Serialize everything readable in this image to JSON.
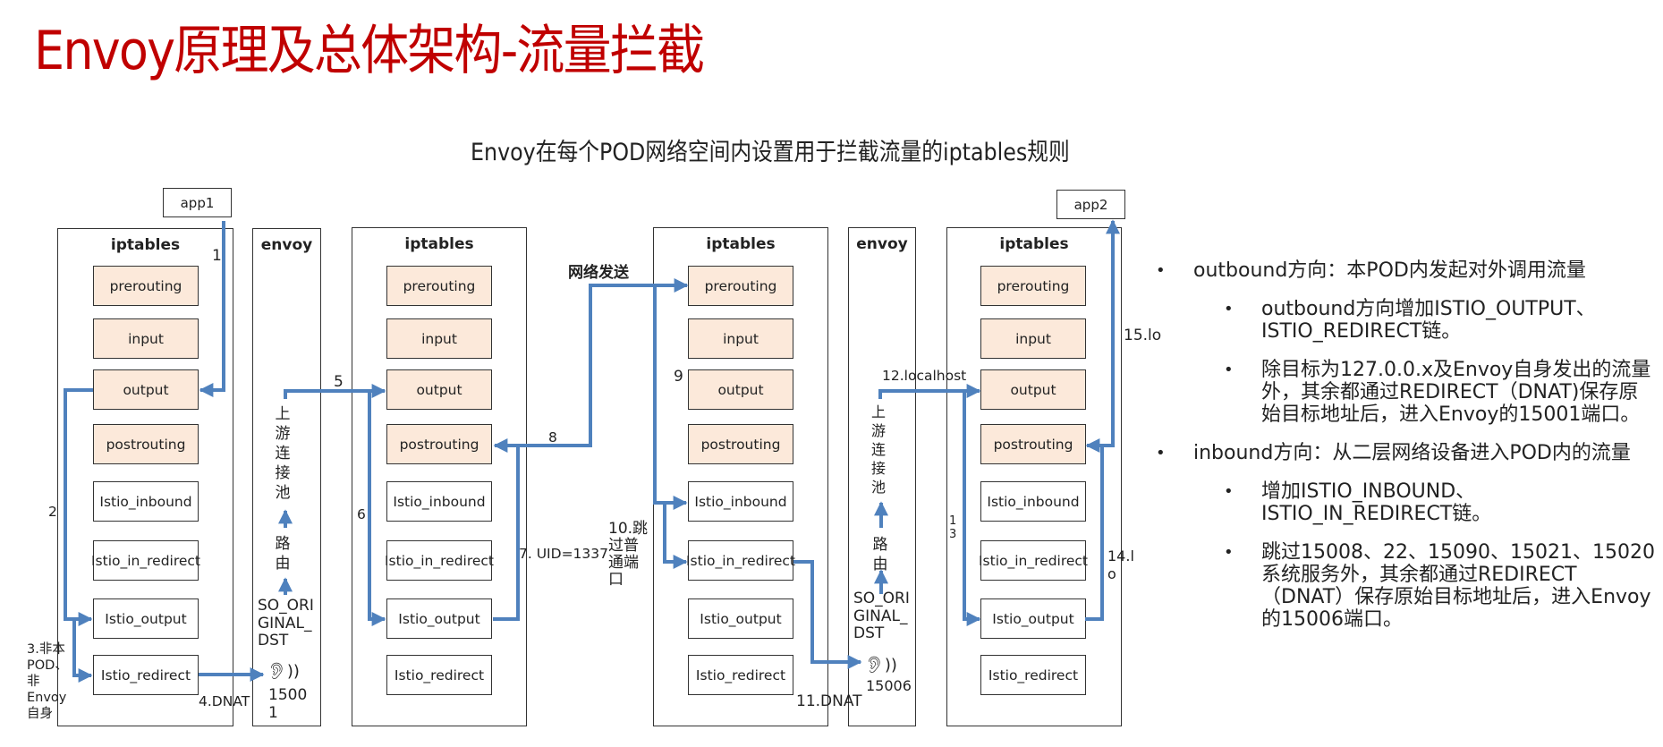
{
  "title": "Envoy原理及总体架构-流量拦截",
  "subtitle": "Envoy在每个POD网络空间内设置用于拦截流量的iptables规则",
  "colors": {
    "title": "#c00000",
    "flow": "#4f81bd",
    "builtin_chain_fill": "#fce9da"
  },
  "apps": {
    "app1": "app1",
    "app2": "app2"
  },
  "iptables_title": "iptables",
  "envoy_title": "envoy",
  "chains": [
    "prerouting",
    "input",
    "output",
    "postrouting",
    "Istio_inbound",
    "Istio_in_redirect",
    "Istio_output",
    "Istio_redirect"
  ],
  "envoy_upstream_pool": [
    "上",
    "游",
    "连",
    "接",
    "池"
  ],
  "envoy_route": [
    "路",
    "由"
  ],
  "so_original_dst": [
    "SO_ORI",
    "GINAL_",
    "DST"
  ],
  "listener_icon": "ear-listening-icon",
  "envoy1_port": [
    "1500",
    "1"
  ],
  "envoy2_port": "15006",
  "network_send": "网络发送",
  "steps": {
    "s1": "1",
    "s2": "2",
    "s3": [
      "3.非本",
      "POD、",
      "非",
      "Envoy",
      "自身"
    ],
    "s4": "4.DNAT",
    "s5": "5",
    "s6": "6",
    "s7": "7. UID=1337",
    "s8": "8",
    "s9": "9",
    "s10": [
      "10.跳",
      "过普",
      "通端",
      "口"
    ],
    "s11": "11.DNAT",
    "s12": "12.localhost",
    "s13": [
      "1",
      "3"
    ],
    "s14": [
      "14.l",
      "o"
    ],
    "s15": "15.lo"
  },
  "notes": [
    {
      "level": 1,
      "text": "outbound方向：本POD内发起对外调用流量"
    },
    {
      "level": 2,
      "text": "outbound方向增加ISTIO_OUTPUT、ISTIO_REDIRECT链。"
    },
    {
      "level": 2,
      "text": "除目标为127.0.0.x及Envoy自身发出的流量外，其余都通过REDIRECT（DNAT)保存原始目标地址后，进入Envoy的15001端口。"
    },
    {
      "level": 1,
      "text": "inbound方向：从二层网络设备进入POD内的流量"
    },
    {
      "level": 2,
      "text": "增加ISTIO_INBOUND、ISTIO_IN_REDIRECT链。"
    },
    {
      "level": 2,
      "text": "跳过15008、22、15090、15021、15020系统服务外，其余都通过REDIRECT（DNAT）保存原始目标地址后，进入Envoy的15006端口。"
    }
  ]
}
